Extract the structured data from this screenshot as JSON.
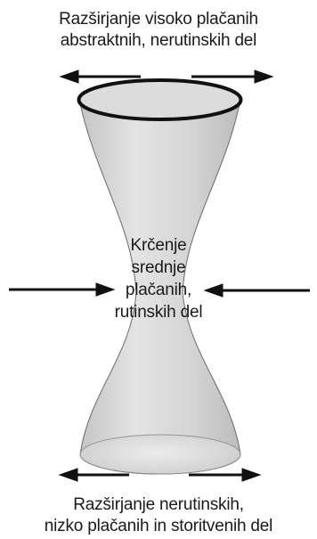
{
  "captions": {
    "top": [
      "Razširjanje visoko plačanih",
      "abstraktnih, nerutinskih del"
    ],
    "center": [
      "Krčenje",
      "srednje",
      "plačanih,",
      "rutinskih del"
    ],
    "bottom": [
      "Razširjanje nerutinskih,",
      "nizko plačanih in storitvenih del"
    ]
  },
  "colors": {
    "shape_fill": "#d8d8d8",
    "shape_outline": "#111111",
    "arrows": "#111111",
    "text": "#1a1a1a"
  }
}
